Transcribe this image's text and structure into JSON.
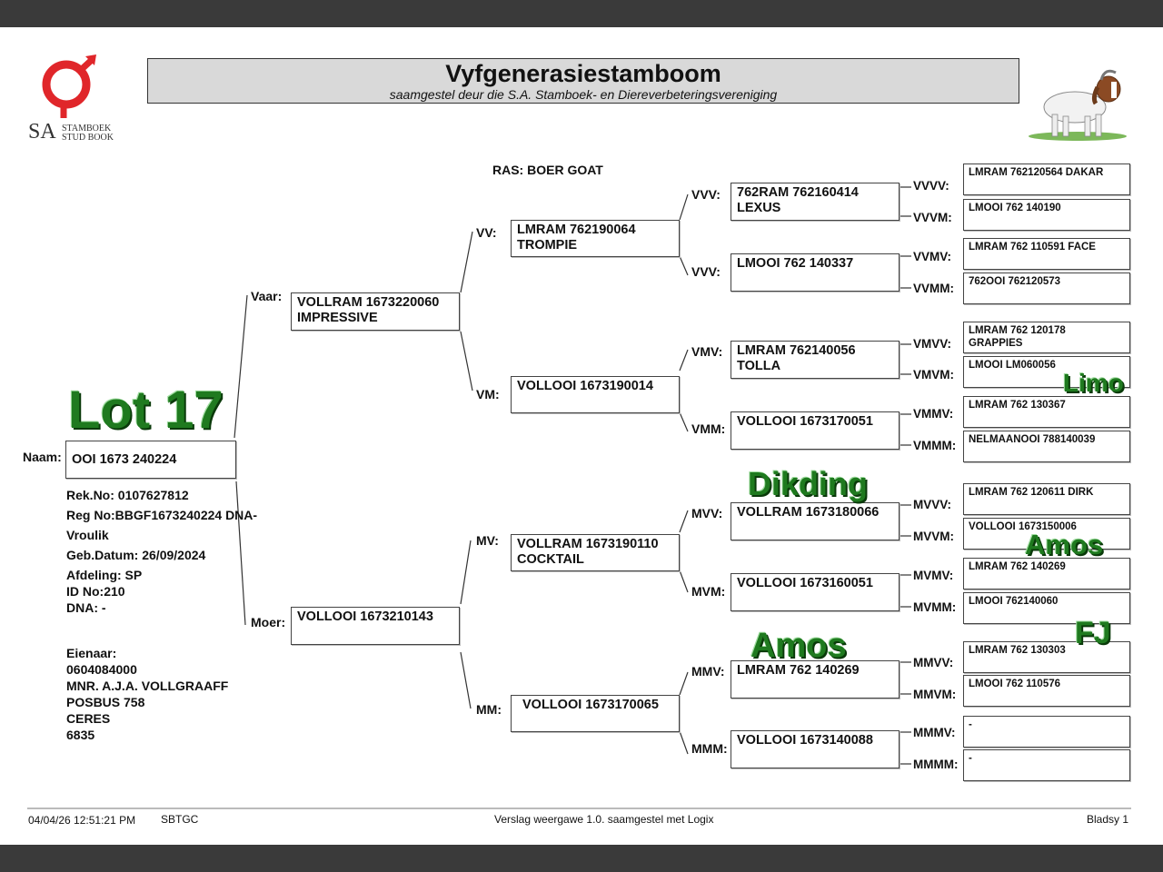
{
  "header": {
    "title": "Vyfgenerasiestamboom",
    "subtitle": "saamgestel deur die S.A. Stamboek- en Diereverbeteringsvereniging",
    "logo_sa": "SA",
    "logo_line1": "STAMBOEK",
    "logo_line2": "STUD BOOK"
  },
  "breed": "RAS: BOER GOAT",
  "overlays": {
    "lot": "Lot 17",
    "limo": "Limo",
    "dikding": "Dikding",
    "amos1": "Amos",
    "amos2": "Amos",
    "fj": "FJ"
  },
  "animal": {
    "naam_label": "Naam:",
    "naam": "OOI 1673 240224",
    "rek": "Rek.No: 0107627812",
    "reg": "Reg No:BBGF1673240224 DNA-",
    "sex": "Vroulik",
    "dob": "Geb.Datum: 26/09/2024",
    "afdeling": "Afdeling: SP",
    "id": "ID No:210",
    "dna": "DNA: -",
    "eienaar_label": "Eienaar:",
    "owner_code": "0604084000",
    "owner_name": "MNR. A.J.A. VOLLGRAAFF",
    "owner_box": "POSBUS 758",
    "owner_town": "CERES",
    "owner_postcode": "6835"
  },
  "gen1": {
    "vaar_label": "Vaar:",
    "vaar": [
      "VOLLRAM 1673220060",
      "IMPRESSIVE"
    ],
    "moer_label": "Moer:",
    "moer": [
      "VOLLOOI 1673210143"
    ]
  },
  "gen2": {
    "vv_label": "VV:",
    "vv": [
      "LMRAM 762190064",
      "TROMPIE"
    ],
    "vm_label": "VM:",
    "vm": [
      "VOLLOOI 1673190014"
    ],
    "mv_label": "MV:",
    "mv": [
      "VOLLRAM 1673190110",
      "COCKTAIL"
    ],
    "mm_label": "MM:",
    "mm": [
      "VOLLOOI 1673170065"
    ]
  },
  "gen3": {
    "vvv_label": "VVV:",
    "vvv": [
      "762RAM 762160414",
      "LEXUS"
    ],
    "vvm_label": "VVV:",
    "vvm": [
      "LMOOI 762 140337"
    ],
    "vmv_label": "VMV:",
    "vmv": [
      "LMRAM 762140056",
      "TOLLA"
    ],
    "vmm_label": "VMM:",
    "vmm": [
      "VOLLOOI 1673170051"
    ],
    "mvv_label": "MVV:",
    "mvv": [
      "VOLLRAM 1673180066"
    ],
    "mvm_label": "MVM:",
    "mvm": [
      "VOLLOOI 1673160051"
    ],
    "mmv_label": "MMV:",
    "mmv": [
      "LMRAM 762 140269"
    ],
    "mmm_label": "MMM:",
    "mmm": [
      "VOLLOOI 1673140088"
    ]
  },
  "gen4": [
    {
      "label": "VVVV:",
      "lines": [
        "LMRAM 762120564  DAKAR"
      ]
    },
    {
      "label": "VVVM:",
      "lines": [
        "LMOOI 762 140190"
      ]
    },
    {
      "label": "VVMV:",
      "lines": [
        "LMRAM 762 110591 FACE"
      ]
    },
    {
      "label": "VVMM:",
      "lines": [
        "762OOI 762120573"
      ]
    },
    {
      "label": "VMVV:",
      "lines": [
        "LMRAM 762 120178",
        "GRAPPIES"
      ]
    },
    {
      "label": "VMVM:",
      "lines": [
        "LMOOI LM060056"
      ]
    },
    {
      "label": "VMMV:",
      "lines": [
        "LMRAM 762 130367"
      ]
    },
    {
      "label": "VMMM:",
      "lines": [
        "NELMAANOOI 788140039"
      ]
    },
    {
      "label": "MVVV:",
      "lines": [
        "LMRAM 762 120611 DIRK"
      ]
    },
    {
      "label": "MVVM:",
      "lines": [
        "VOLLOOI 1673150006"
      ]
    },
    {
      "label": "MVMV:",
      "lines": [
        "LMRAM 762 140269"
      ]
    },
    {
      "label": "MVMM:",
      "lines": [
        "LMOOI 762140060"
      ]
    },
    {
      "label": "MMVV:",
      "lines": [
        "LMRAM 762 130303"
      ]
    },
    {
      "label": "MMVM:",
      "lines": [
        "LMOOI 762 110576"
      ]
    },
    {
      "label": "MMMV:",
      "lines": [
        "-"
      ]
    },
    {
      "label": "MMMM:",
      "lines": [
        "-"
      ]
    }
  ],
  "footer": {
    "datetime": "04/04/26 12:51:21 PM",
    "code": "SBTGC",
    "report": "Verslag weergawe 1.0. saamgestel met Logix",
    "page": "Bladsy 1"
  }
}
